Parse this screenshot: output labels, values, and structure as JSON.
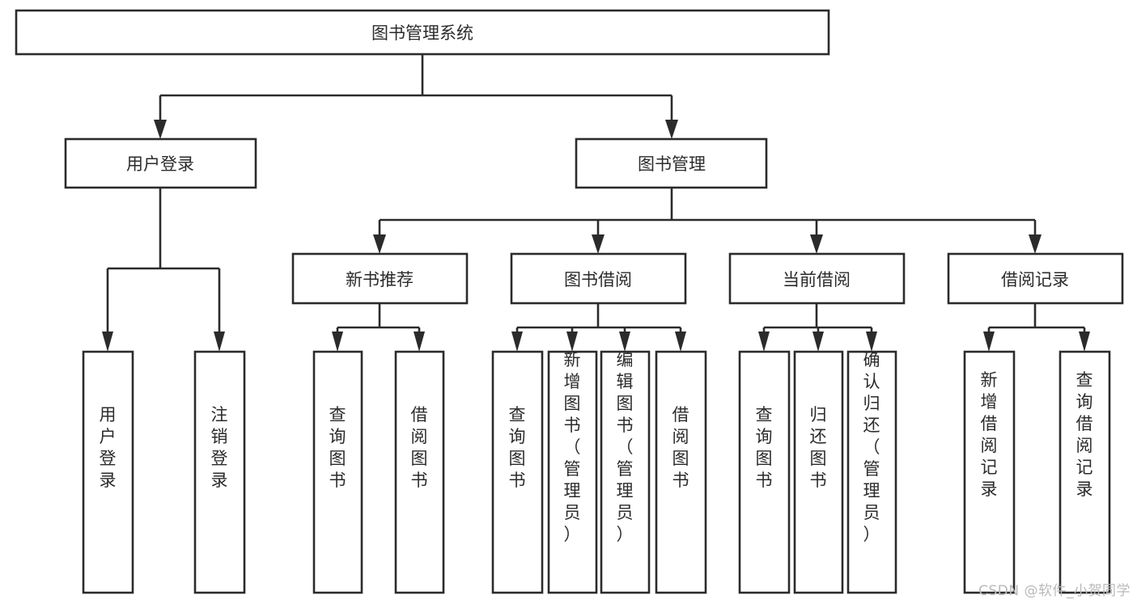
{
  "diagram": {
    "type": "tree-hierarchy",
    "title": "图书管理系统",
    "watermark": "CSDN @软件_小贺同学",
    "levels": [
      {
        "level": 1,
        "nodes": [
          {
            "id": "root",
            "label": "图书管理系统",
            "orientation": "horizontal"
          }
        ]
      },
      {
        "level": 2,
        "nodes": [
          {
            "id": "user-login",
            "label": "用户登录",
            "orientation": "horizontal",
            "parent": "root"
          },
          {
            "id": "book-admin",
            "label": "图书管理",
            "orientation": "horizontal",
            "parent": "root"
          }
        ]
      },
      {
        "level": 3,
        "nodes": [
          {
            "id": "new-book-rec",
            "label": "新书推荐",
            "orientation": "horizontal",
            "parent": "book-admin"
          },
          {
            "id": "book-borrow",
            "label": "图书借阅",
            "orientation": "horizontal",
            "parent": "book-admin"
          },
          {
            "id": "current-borrow",
            "label": "当前借阅",
            "orientation": "horizontal",
            "parent": "book-admin"
          },
          {
            "id": "borrow-record",
            "label": "借阅记录",
            "orientation": "horizontal",
            "parent": "book-admin"
          }
        ]
      },
      {
        "level": 4,
        "nodes": [
          {
            "id": "leaf-user-login",
            "label": "用户登录",
            "orientation": "vertical",
            "parent": "user-login"
          },
          {
            "id": "leaf-user-logout",
            "label": "注销登录",
            "orientation": "vertical",
            "parent": "user-login"
          },
          {
            "id": "leaf-rec-query",
            "label": "查询图书",
            "orientation": "vertical",
            "parent": "new-book-rec"
          },
          {
            "id": "leaf-rec-borrow",
            "label": "借阅图书",
            "orientation": "vertical",
            "parent": "new-book-rec"
          },
          {
            "id": "leaf-borrow-query",
            "label": "查询图书",
            "orientation": "vertical",
            "parent": "book-borrow"
          },
          {
            "id": "leaf-borrow-add",
            "label": "新增图书（管理员）",
            "orientation": "vertical",
            "parent": "book-borrow"
          },
          {
            "id": "leaf-borrow-edit",
            "label": "编辑图书（管理员）",
            "orientation": "vertical",
            "parent": "book-borrow"
          },
          {
            "id": "leaf-borrow-lend",
            "label": "借阅图书",
            "orientation": "vertical",
            "parent": "book-borrow"
          },
          {
            "id": "leaf-cur-query",
            "label": "查询图书",
            "orientation": "vertical",
            "parent": "current-borrow"
          },
          {
            "id": "leaf-cur-return",
            "label": "归还图书",
            "orientation": "vertical",
            "parent": "current-borrow"
          },
          {
            "id": "leaf-cur-confirm",
            "label": "确认归还（管理员）",
            "orientation": "vertical",
            "parent": "current-borrow"
          },
          {
            "id": "leaf-rec-add",
            "label": "新增借阅记录",
            "orientation": "vertical",
            "parent": "borrow-record"
          },
          {
            "id": "leaf-rec-search",
            "label": "查询借阅记录",
            "orientation": "vertical",
            "parent": "borrow-record"
          }
        ]
      }
    ],
    "colors": {
      "box_fill": "#ffffff",
      "box_stroke": "#2b2b2b",
      "text": "#2b2b2b",
      "background": "#ffffff",
      "watermark": "#b9b9b9"
    }
  }
}
